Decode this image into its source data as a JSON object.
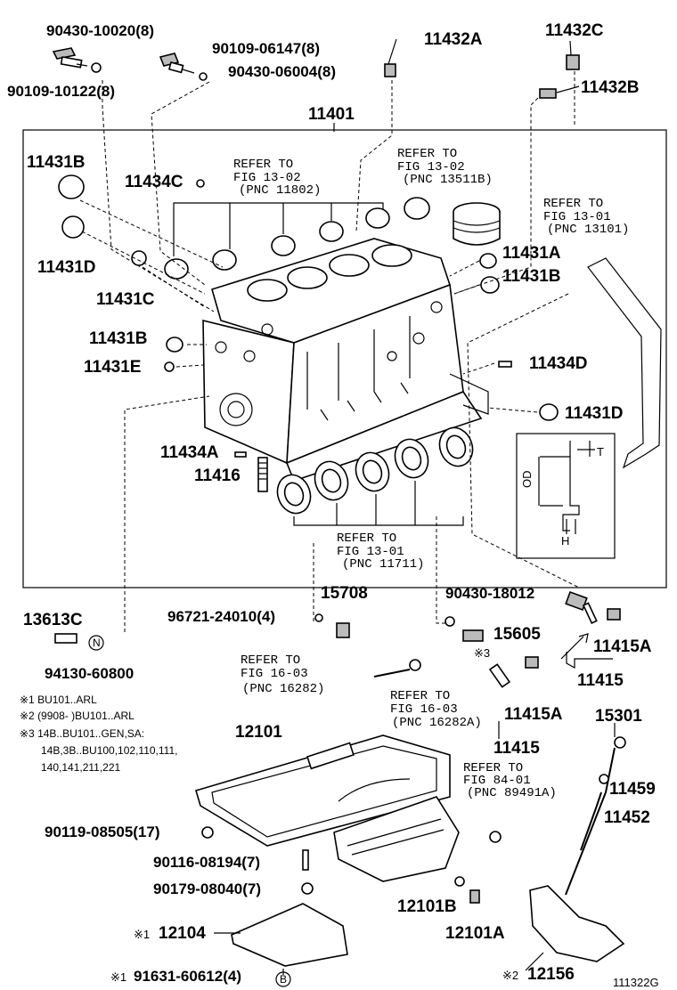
{
  "labels": {
    "p90430_10020": "90430-10020(8)",
    "p90109_10122": "90109-10122(8)",
    "p90109_06147": "90109-06147(8)",
    "p90430_06004": "90430-06004(8)",
    "p11432A": "11432A",
    "p11432C": "11432C",
    "p11432B": "11432B",
    "p11401": "11401",
    "p11431B_a": "11431B",
    "p11434C": "11434C",
    "p11431D_a": "11431D",
    "p11431C": "11431C",
    "p11431A": "11431A",
    "p11431B_b": "11431B",
    "p11431B_c": "11431B",
    "p11431E": "11431E",
    "p11434D": "11434D",
    "p11431D_b": "11431D",
    "p11434A": "11434A",
    "p11416": "11416",
    "p15708": "15708",
    "p96721": "96721-24010(4)",
    "p90430_18012": "90430-18012",
    "p15605": "15605",
    "p11415A_a": "11415A",
    "p11415_a": "11415",
    "p13613C": "13613C",
    "p94130": "94130-60800",
    "p11415A_b": "11415A",
    "p11415_b": "11415",
    "p15301": "15301",
    "p12101": "12101",
    "p11459": "11459",
    "p11452": "11452",
    "p90119": "90119-08505(17)",
    "p90116": "90116-08194(7)",
    "p90179": "90179-08040(7)",
    "p12101B": "12101B",
    "p12101A": "12101A",
    "p12104": "12104",
    "p91631": "91631-60612(4)",
    "p12156": "12156",
    "fig_id": "111322G"
  },
  "refs": {
    "r1": [
      "REFER TO",
      "FIG 13-02",
      "(PNC 11802)"
    ],
    "r2": [
      "REFER TO",
      "FIG 13-02",
      "(PNC 13511B)"
    ],
    "r3": [
      "REFER TO",
      "FIG 13-01",
      "(PNC 13101)"
    ],
    "r4": [
      "REFER TO",
      "FIG 13-01",
      "(PNC 11711)"
    ],
    "r5": [
      "REFER TO",
      "FIG 16-03",
      "(PNC 16282)"
    ],
    "r6": [
      "REFER TO",
      "FIG 16-03",
      "(PNC 16282A)"
    ],
    "r7": [
      "REFER TO",
      "FIG 84-01",
      "(PNC 89491A)"
    ]
  },
  "notes": {
    "n1": "※1 BU101..ARL",
    "n2": "※2 (9908-      )BU101..ARL",
    "n3": "※3 14B..BU101..GEN,SA:",
    "n3b": "14B,3B..BU100,102,110,111,",
    "n3c": "140,141,211,221"
  },
  "marks": {
    "m1": "※1",
    "m1b": "※1",
    "m2": "※2",
    "m3": "※3",
    "circle_n": "N",
    "circle_b": "B"
  },
  "inset": {
    "od": "OD",
    "t": "T",
    "h": "H"
  }
}
